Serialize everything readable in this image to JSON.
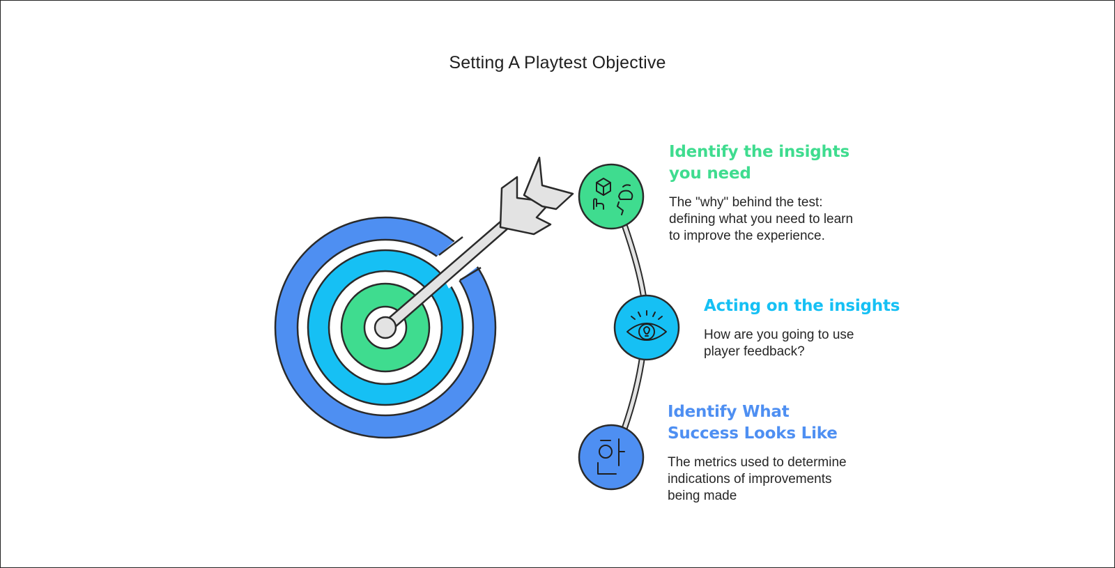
{
  "title": "Setting A Playtest Objective",
  "colors": {
    "green": "#3fdc8f",
    "cyan": "#16c0f4",
    "blue": "#4e8ff2",
    "outline": "#2a2a2a",
    "arrow": "#e3e3e3"
  },
  "steps": [
    {
      "heading": "Identify the insights you need",
      "heading_lines": [
        "Identify the insights",
        "you need"
      ],
      "description": "The \"why\" behind the test: defining what you need to learn to improve the experience.",
      "description_lines": [
        "The \"why\" behind the test:",
        "defining what you need to learn",
        "to improve the experience."
      ],
      "color": "#3fdc8f",
      "icon": "hand-cube-idea-icon"
    },
    {
      "heading": "Acting on the insights",
      "heading_lines": [
        "Acting on the insights"
      ],
      "description": "How are you going to use player feedback?",
      "description_lines": [
        "How are you going to use",
        "player feedback?"
      ],
      "color": "#16c0f4",
      "icon": "eye-lightbulb-icon"
    },
    {
      "heading": "Identify What Success Looks Like",
      "heading_lines": [
        "Identify What",
        "Success Looks Like"
      ],
      "description": "The metrics used to determine indications of improvements being made",
      "description_lines": [
        "The metrics used to determine",
        "indications of improvements",
        "being made"
      ],
      "color": "#4e8ff2",
      "icon": "success-metric-icon"
    }
  ]
}
